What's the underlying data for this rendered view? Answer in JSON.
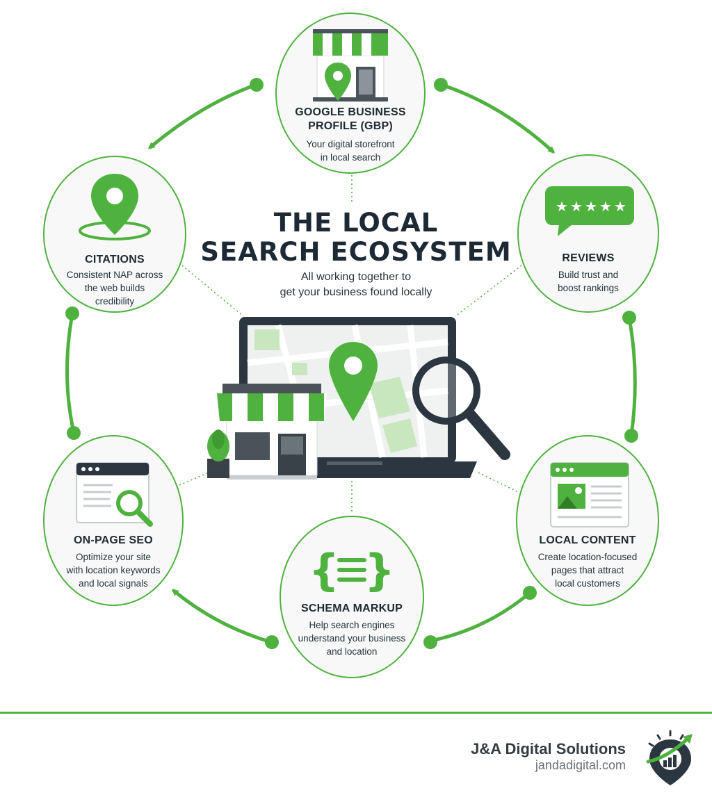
{
  "header": {
    "title_line1": "THE LOCAL",
    "title_line2": "SEARCH ECOSYSTEM",
    "subtitle_line1": "All working together to",
    "subtitle_line2": "get your business found locally"
  },
  "nodes": {
    "gbp": {
      "title_line1": "GOOGLE BUSINESS",
      "title_line2": "PROFILE (GBP)",
      "desc_line1": "Your digital storefront",
      "desc_line2": "in local search",
      "icon": "storefront-pin-icon"
    },
    "reviews": {
      "title": "REVIEWS",
      "desc_line1": "Build trust and",
      "desc_line2": "boost rankings",
      "icon": "star-rating-bubble-icon"
    },
    "local_content": {
      "title": "LOCAL CONTENT",
      "desc_line1": "Create location-focused",
      "desc_line2": "pages that attract",
      "desc_line3": "local customers",
      "icon": "web-page-image-icon"
    },
    "schema": {
      "title": "SCHEMA MARKUP",
      "desc_line1": "Help search engines",
      "desc_line2": "understand your business",
      "desc_line3": "and location",
      "icon": "code-braces-icon"
    },
    "onpage": {
      "title": "ON-PAGE SEO",
      "desc_line1": "Optimize your site",
      "desc_line2": "with location keywords",
      "desc_line3": "and local signals",
      "icon": "browser-magnifier-icon"
    },
    "citations": {
      "title": "CITATIONS",
      "desc_line1": "Consistent NAP across",
      "desc_line2": "the web builds",
      "desc_line3": "credibility",
      "icon": "map-pin-icon"
    }
  },
  "center_icon": "laptop-map-store-magnifier-icon",
  "footer": {
    "brand_name": "J&A Digital Solutions",
    "brand_url": "jandadigital.com",
    "logo_icon": "pin-growth-chart-logo-icon"
  },
  "colors": {
    "accent": "#4fb23f",
    "dark": "#1f2a33",
    "node_bg": "#f7f8f7",
    "map_green": "#c9e7bf"
  }
}
